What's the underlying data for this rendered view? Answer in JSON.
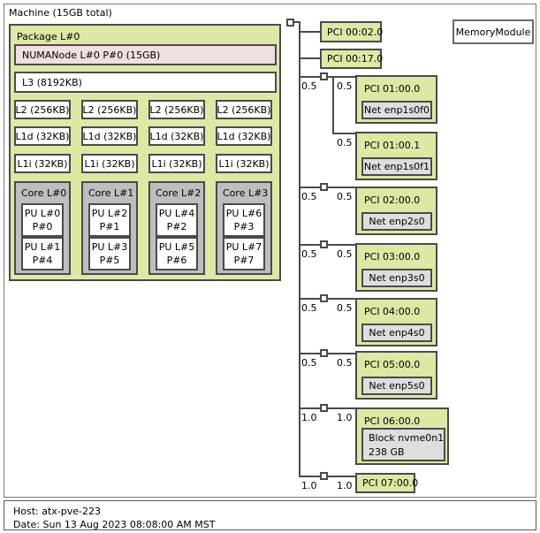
{
  "machine": {
    "label": "Machine (15GB total)"
  },
  "package": {
    "label": "Package L#0",
    "numanode": "NUMANode L#0 P#0 (15GB)",
    "l3": "L3 (8192KB)",
    "l2": [
      "L2 (256KB)",
      "L2 (256KB)",
      "L2 (256KB)",
      "L2 (256KB)"
    ],
    "l1d": [
      "L1d (32KB)",
      "L1d (32KB)",
      "L1d (32KB)",
      "L1d (32KB)"
    ],
    "l1i": [
      "L1i (32KB)",
      "L1i (32KB)",
      "L1i (32KB)",
      "L1i (32KB)"
    ],
    "cores": [
      {
        "label": "Core L#0",
        "pus": [
          [
            "PU L#0",
            "P#0"
          ],
          [
            "PU L#1",
            "P#4"
          ]
        ]
      },
      {
        "label": "Core L#1",
        "pus": [
          [
            "PU L#2",
            "P#1"
          ],
          [
            "PU L#3",
            "P#5"
          ]
        ]
      },
      {
        "label": "Core L#2",
        "pus": [
          [
            "PU L#4",
            "P#2"
          ],
          [
            "PU L#5",
            "P#6"
          ]
        ]
      },
      {
        "label": "Core L#3",
        "pus": [
          [
            "PU L#6",
            "P#3"
          ],
          [
            "PU L#7",
            "P#7"
          ]
        ]
      }
    ]
  },
  "pci": {
    "d0002": "PCI 00:02.0",
    "d0017": "PCI 00:17.0",
    "d0100": "PCI 01:00.0",
    "n0100": "Net enp1s0f0",
    "d0101": "PCI 01:00.1",
    "n0101": "Net enp1s0f1",
    "d0200": "PCI 02:00.0",
    "n0200": "Net enp2s0",
    "d0300": "PCI 03:00.0",
    "n0300": "Net enp3s0",
    "d0400": "PCI 04:00.0",
    "n0400": "Net enp4s0",
    "d0500": "PCI 05:00.0",
    "n0500": "Net enp5s0",
    "d0600": "PCI 06:00.0",
    "block_line1": "Block nvme0n1",
    "block_line2": "238 GB",
    "d0700": "PCI 07:00.0"
  },
  "speeds": [
    "0.5",
    "0.5",
    "0.5",
    "0.5",
    "0.5",
    "0.5",
    "0.5",
    "0.5",
    "0.5",
    "0.5",
    "0.5",
    "1.0",
    "1.0",
    "1.0",
    "1.0"
  ],
  "memory_module": {
    "label": "MemoryModule"
  },
  "footer": {
    "host": "Host: atx-pve-223",
    "date": "Date: Sun 13 Aug 2023 08:08:00 AM MST"
  },
  "colors": {
    "object_green": "#dee7a4",
    "numanode_pink": "#efdfde",
    "core_gray": "#bebebe",
    "os_device_gray": "#dedede",
    "bridge_white": "#ffffff",
    "border": "#4a4a4a"
  }
}
